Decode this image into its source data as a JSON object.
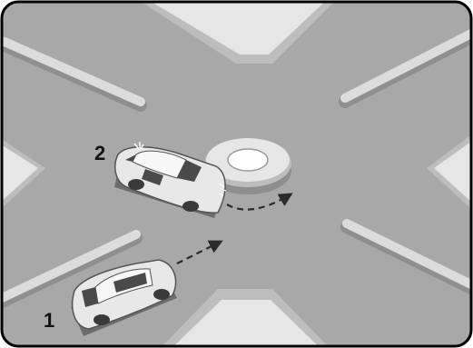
{
  "labels": {
    "car_1": "1",
    "car_2": "2"
  },
  "colors": {
    "asphalt": "#a8a8a8",
    "sidewalk_top": "#e6e6e6",
    "sidewalk_side": "#bdbdbd",
    "divider": "#dcdcdc",
    "car_body": "#e8e8e8",
    "car_shadow": "#6d6d6d",
    "window": "#4a4a4a",
    "arrow": "#2b2b2b",
    "frame": "#000000"
  },
  "icons": {
    "turn_signal_car_2": "blinking-indicator",
    "path_car_1": "straight-dashed-arrow",
    "path_car_2": "curved-dashed-arrow-around-roundabout"
  }
}
